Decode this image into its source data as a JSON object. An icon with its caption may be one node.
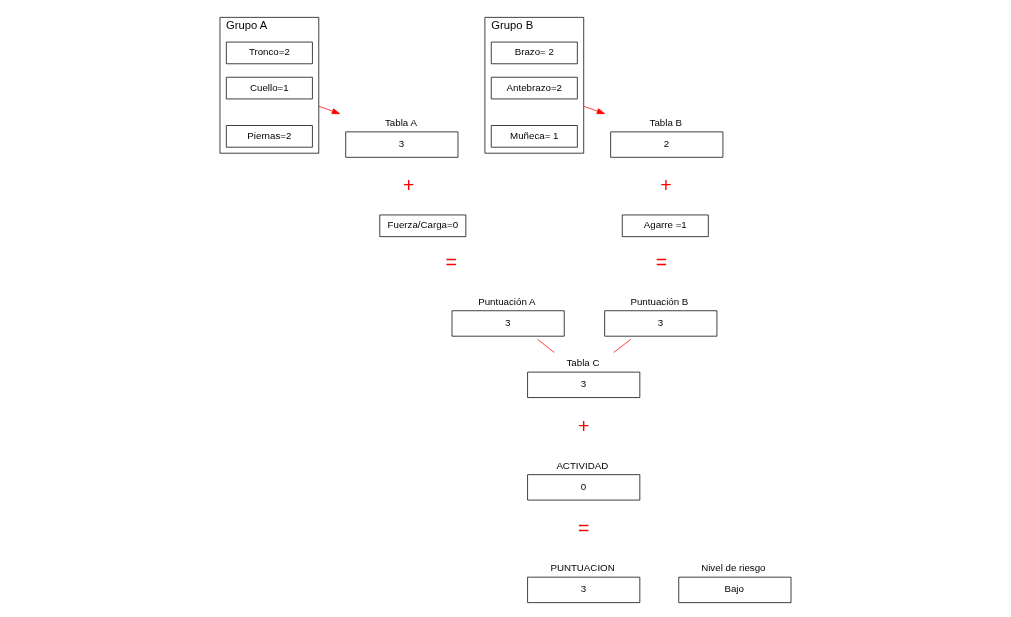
{
  "diagram": {
    "nodes": [
      {
        "text": [
          "Grupo A"
        ]
      },
      {
        "text": [
          "Tronco=2"
        ],
        "in": 0
      },
      {
        "text": [
          "Cuello=1"
        ],
        "in": 0
      },
      {
        "text": [
          "Piernas=2"
        ],
        "in": 0
      },
      {
        "text": [
          "Tabla A",
          "3"
        ]
      },
      {
        "text": [
          "Fuerza/Carga=0"
        ]
      },
      {
        "text": [
          "Puntuación A",
          "3"
        ]
      },
      {
        "text": [
          "Tabla B",
          "2"
        ]
      },
      {
        "text": [
          "Agarre =1"
        ]
      },
      {
        "text": [
          "Puntuación B",
          "3"
        ]
      },
      {
        "text": [
          "Grupo B"
        ]
      },
      {
        "text": [
          "Brazo= 2"
        ],
        "in": 10
      },
      {
        "text": [
          "Antebrazo=2"
        ],
        "in": 10
      },
      {
        "text": [
          "Muñeca= 1"
        ],
        "in": 10
      },
      {
        "text": [
          "Tabla C",
          "3"
        ]
      },
      {
        "text": [
          "ACTIVIDAD",
          "0"
        ]
      },
      {
        "text": [
          "PUNTUACION",
          "3"
        ]
      },
      {
        "text": [
          "Nivel de riesgo",
          "Bajo"
        ]
      }
    ],
    "edges": [
      {
        "from": 0,
        "to": 4,
        "arrow": "to",
        "color": "#ff0000"
      },
      {
        "from": 10,
        "to": 7,
        "arrow": "to",
        "color": "#ff0000"
      },
      {
        "from": 6,
        "to": 14,
        "arrow": "none",
        "color": "#ff0000"
      },
      {
        "from": 9,
        "to": 14,
        "arrow": "none",
        "color": "#ff0000"
      }
    ],
    "labels": [
      "+",
      "+",
      "=",
      "=",
      "+",
      "="
    ]
  }
}
